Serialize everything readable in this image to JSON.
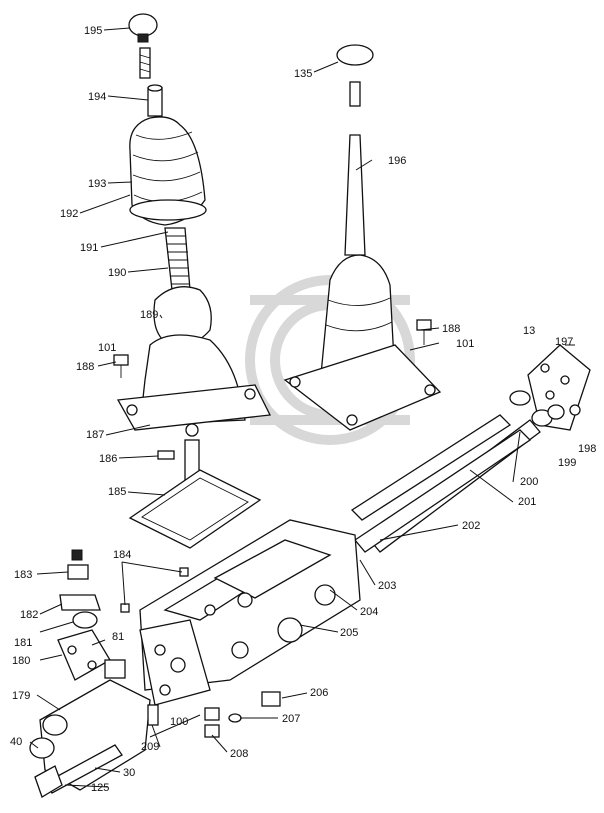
{
  "diagram": {
    "callouts": [
      {
        "id": "c195",
        "label": "195"
      },
      {
        "id": "c135",
        "label": "135"
      },
      {
        "id": "c194",
        "label": "194"
      },
      {
        "id": "c196",
        "label": "196"
      },
      {
        "id": "c193",
        "label": "193"
      },
      {
        "id": "c192",
        "label": "192"
      },
      {
        "id": "c191",
        "label": "191"
      },
      {
        "id": "c190",
        "label": "190"
      },
      {
        "id": "c189",
        "label": "189"
      },
      {
        "id": "c188a",
        "label": "188"
      },
      {
        "id": "c101a",
        "label": "101"
      },
      {
        "id": "c188b",
        "label": "188"
      },
      {
        "id": "c101b",
        "label": "101"
      },
      {
        "id": "c13",
        "label": "13"
      },
      {
        "id": "c197",
        "label": "197"
      },
      {
        "id": "c198",
        "label": "198"
      },
      {
        "id": "c199",
        "label": "199"
      },
      {
        "id": "c200",
        "label": "200"
      },
      {
        "id": "c201",
        "label": "201"
      },
      {
        "id": "c202",
        "label": "202"
      },
      {
        "id": "c187",
        "label": "187"
      },
      {
        "id": "c186",
        "label": "186"
      },
      {
        "id": "c185",
        "label": "185"
      },
      {
        "id": "c184",
        "label": "184"
      },
      {
        "id": "c183",
        "label": "183"
      },
      {
        "id": "c182",
        "label": "182"
      },
      {
        "id": "c181",
        "label": "181"
      },
      {
        "id": "c81",
        "label": "81"
      },
      {
        "id": "c180",
        "label": "180"
      },
      {
        "id": "c179",
        "label": "179"
      },
      {
        "id": "c203",
        "label": "203"
      },
      {
        "id": "c204",
        "label": "204"
      },
      {
        "id": "c205",
        "label": "205"
      },
      {
        "id": "c206",
        "label": "206"
      },
      {
        "id": "c207",
        "label": "207"
      },
      {
        "id": "c208",
        "label": "208"
      },
      {
        "id": "c100",
        "label": "100"
      },
      {
        "id": "c209",
        "label": "209"
      },
      {
        "id": "c40",
        "label": "40"
      },
      {
        "id": "c30",
        "label": "30"
      },
      {
        "id": "c125",
        "label": "125"
      }
    ]
  }
}
